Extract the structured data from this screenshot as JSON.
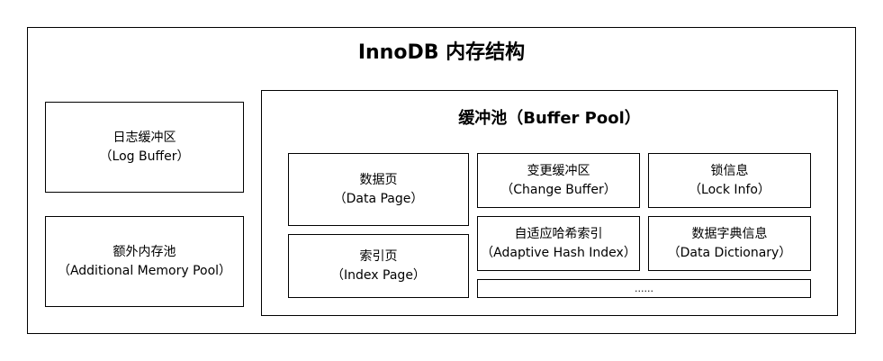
{
  "title": "InnoDB 内存结构",
  "log_buffer": {
    "line1": "日志缓冲区",
    "line2": "（Log Buffer）"
  },
  "memory_pool": {
    "line1": "额外内存池",
    "line2": "（Additional Memory Pool）"
  },
  "buffer_pool": {
    "title": "缓冲池（Buffer Pool）",
    "data_page": {
      "line1": "数据页",
      "line2": "（Data Page）"
    },
    "index_page": {
      "line1": "索引页",
      "line2": "（Index Page）"
    },
    "change_buffer": {
      "line1": "变更缓冲区",
      "line2": "（Change Buffer）"
    },
    "lock_info": {
      "line1": "锁信息",
      "line2": "（Lock Info）"
    },
    "adaptive_hash_index": {
      "line1": "自适应哈希索引",
      "line2": "（Adaptive Hash Index）"
    },
    "data_dictionary": {
      "line1": "数据字典信息",
      "line2": "（Data Dictionary）"
    },
    "more": "......"
  }
}
